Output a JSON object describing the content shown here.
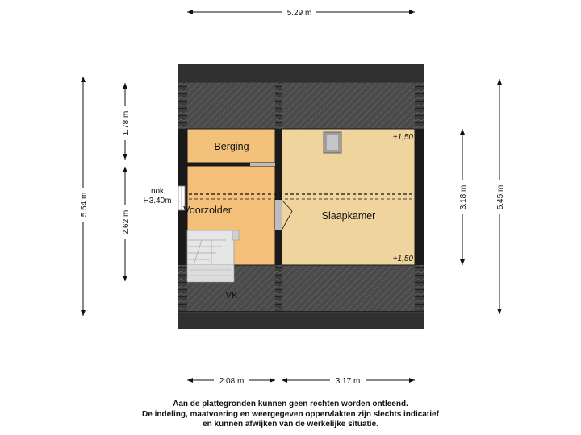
{
  "dimensions": {
    "top_width": "5.29 m",
    "left_total": "5.54 m",
    "left_upper": "1.78 m",
    "left_lower": "2.62 m",
    "right_inner": "3.18 m",
    "right_outer": "5.45 m",
    "bottom_left": "2.08 m",
    "bottom_right": "3.17 m"
  },
  "rooms": {
    "berging": "Berging",
    "voorzolder": "Voorzolder",
    "slaapkamer": "Slaapkamer",
    "vk": "VK"
  },
  "levels": {
    "top": "+1,50",
    "bottom": "+1,50"
  },
  "ridge": {
    "line1": "nok",
    "line2": "H3.40m"
  },
  "disclaimer": {
    "line1": "Aan de plattegronden kunnen geen rechten worden ontleend.",
    "line2": "De indeling, maatvoering en weergegeven oppervlakten zijn slechts indicatief",
    "line3": "en kunnen afwijken van de werkelijke situatie."
  },
  "colors": {
    "roof": "#3a3a3a",
    "roof_tile": "#5a5a5a",
    "room_fill": "#f0d49e",
    "berging_fill": "#f2c27a",
    "wall": "#1a1a1a",
    "hatch": "#4a4a4a"
  }
}
